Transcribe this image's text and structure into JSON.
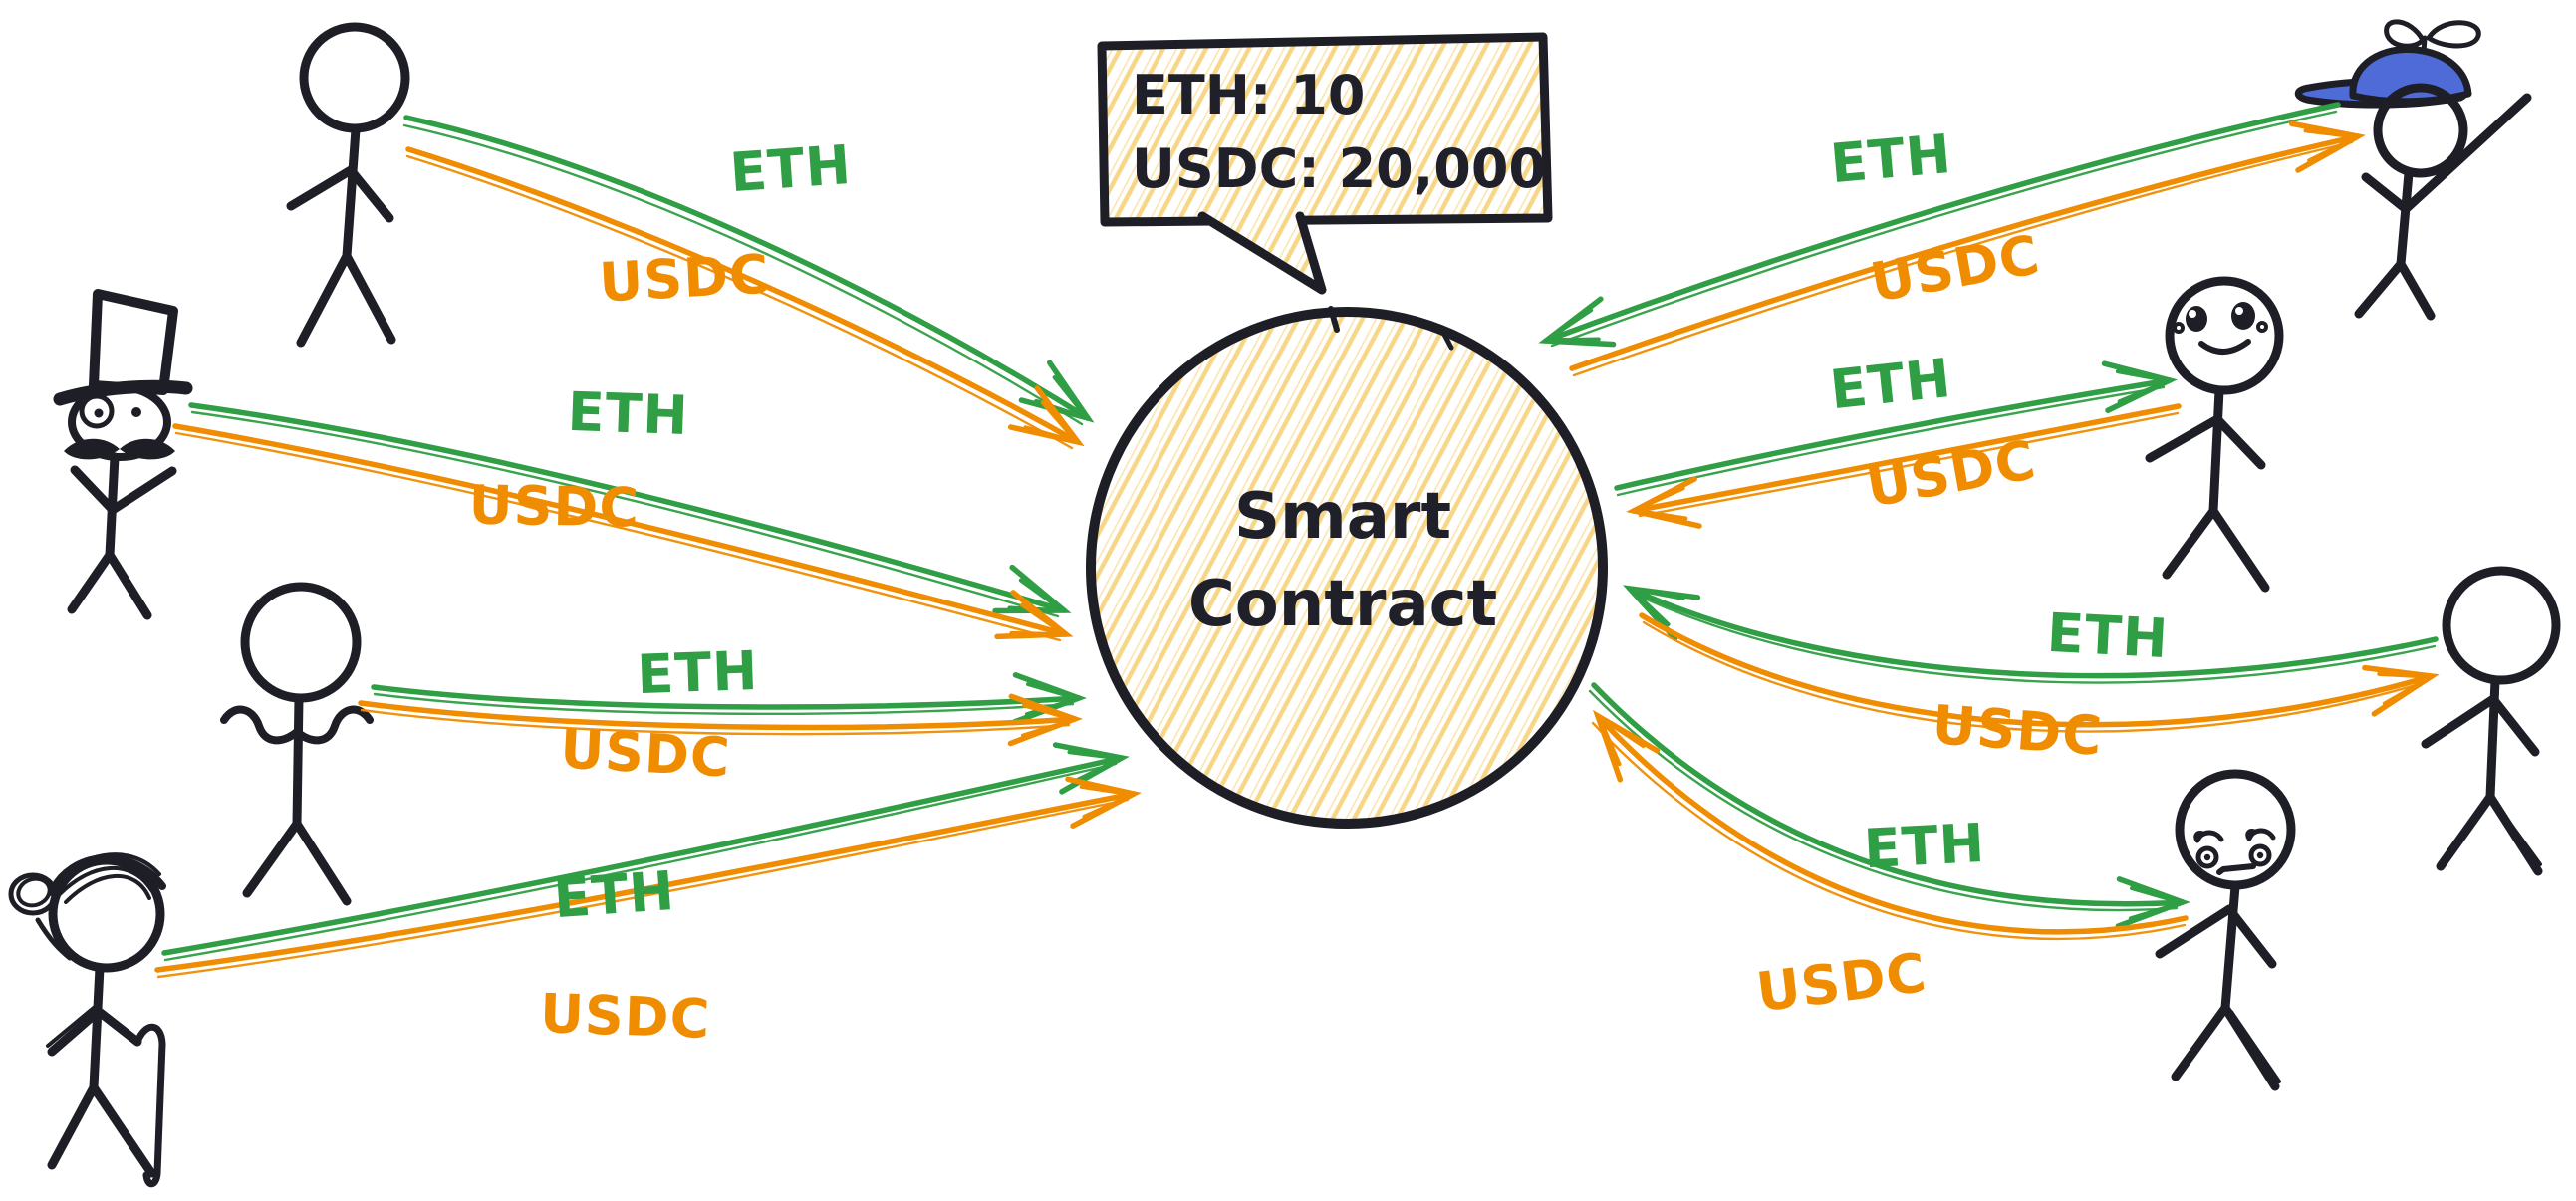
{
  "canvas": {
    "background": "#ffffff"
  },
  "colors": {
    "eth_green": "#2f9e44",
    "usdc_orange": "#f08c00",
    "ink": "#1e1e26",
    "hatch_yellow": "#f6cf6f",
    "cap_blue": "#4f6bd8"
  },
  "contract": {
    "name_line1": "Smart",
    "name_line2": "Contract",
    "reserves_bubble": {
      "line1": "ETH: 10",
      "line2": "USDC: 20,000"
    }
  },
  "flows": {
    "l1": {
      "eth": "ETH",
      "usdc": "USDC",
      "actor": "plain-stick-figure-icon",
      "eth_direction": "to-contract",
      "usdc_direction": "to-contract"
    },
    "l2": {
      "eth": "ETH",
      "usdc": "USDC",
      "actor": "top-hat-monocle-stick-figure-icon",
      "eth_direction": "to-contract",
      "usdc_direction": "to-contract"
    },
    "l3": {
      "eth": "ETH",
      "usdc": "USDC",
      "actor": "shrugging-stick-figure-icon",
      "eth_direction": "to-contract",
      "usdc_direction": "to-contract"
    },
    "l4": {
      "eth": "ETH",
      "usdc": "USDC",
      "actor": "bun-hair-stick-figure-icon",
      "eth_direction": "to-contract",
      "usdc_direction": "to-contract"
    },
    "r1": {
      "eth": "ETH",
      "usdc": "USDC",
      "actor": "propeller-cap-stick-figure-icon",
      "eth_direction": "to-contract",
      "usdc_direction": "to-actor"
    },
    "r2": {
      "eth": "ETH",
      "usdc": "USDC",
      "actor": "smiling-stick-figure-icon",
      "eth_direction": "to-actor",
      "usdc_direction": "to-contract"
    },
    "r3": {
      "eth": "ETH",
      "usdc": "USDC",
      "actor": "plain-stick-figure-icon",
      "eth_direction": "to-contract",
      "usdc_direction": "to-actor"
    },
    "r4": {
      "eth": "ETH",
      "usdc": "USDC",
      "actor": "worried-stick-figure-icon",
      "eth_direction": "to-actor",
      "usdc_direction": "to-contract"
    }
  }
}
